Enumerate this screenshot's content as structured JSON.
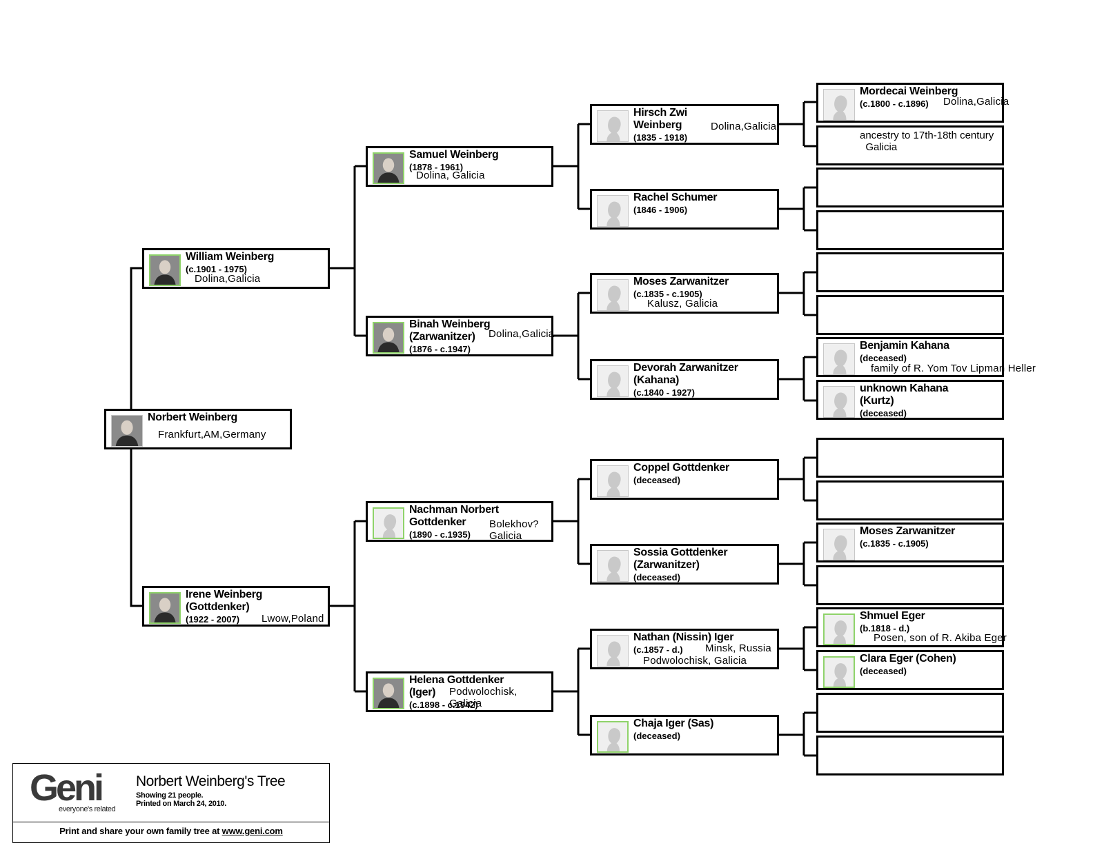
{
  "people": {
    "norbert": {
      "name": "Norbert Weinberg",
      "dates": "",
      "place": "Frankfurt,AM,Germany"
    },
    "william": {
      "name": "William Weinberg",
      "dates": "(c.1901 - 1975)",
      "place": "Dolina,Galicia"
    },
    "irene": {
      "name": "Irene Weinberg\n(Gottdenker)",
      "dates": "(1922 - 2007)",
      "place": "Lwow,Poland"
    },
    "samuel": {
      "name": "Samuel Weinberg",
      "dates": "(1878 - 1961)",
      "place": "Dolina, Galicia"
    },
    "binah": {
      "name": "Binah Weinberg\n(Zarwanitzer)",
      "dates": "(1876 - c.1947)",
      "place": "Dolina,Galicia"
    },
    "nachman": {
      "name": "Nachman Norbert\nGottdenker",
      "dates": "(1890 - c.1935)",
      "place": "Bolekhov?\nGalicia"
    },
    "helena": {
      "name": "Helena Gottdenker\n(Iger)",
      "dates": "(c.1898 - c.1942)",
      "place": "Podwolochisk,\nGalicia"
    },
    "hirsch": {
      "name": "Hirsch Zwi\nWeinberg",
      "dates": "(1835 - 1918)",
      "place": "Dolina,Galicia"
    },
    "rachel": {
      "name": "Rachel Schumer",
      "dates": "(1846 - 1906)",
      "place": ""
    },
    "moses1": {
      "name": "Moses Zarwanitzer",
      "dates": "(c.1835 - c.1905)",
      "place": "Kalusz, Galicia"
    },
    "devorah": {
      "name": "Devorah Zarwanitzer\n(Kahana)",
      "dates": "(c.1840 - 1927)",
      "place": ""
    },
    "coppel": {
      "name": "Coppel Gottdenker",
      "dates": "(deceased)",
      "place": ""
    },
    "sossia": {
      "name": "Sossia Gottdenker\n(Zarwanitzer)",
      "dates": "(deceased)",
      "place": ""
    },
    "nathan": {
      "name": "Nathan (Nissin) Iger",
      "dates": "(c.1857 - d.)",
      "place": "Minsk, Russia",
      "place2": "Podwolochisk, Galicia"
    },
    "chaja": {
      "name": "Chaja Iger (Sas)",
      "dates": "(deceased)",
      "place": ""
    },
    "mordecai": {
      "name": "Mordecai Weinberg",
      "dates": "(c.1800 - c.1896)",
      "place": "Dolina,Galicia"
    },
    "benjamin": {
      "name": "Benjamin Kahana",
      "dates": "(deceased)",
      "place": "family of R. Yom Tov Lipman Heller"
    },
    "unknown": {
      "name": "unknown Kahana\n(Kurtz)",
      "dates": "(deceased)",
      "place": ""
    },
    "moses2": {
      "name": "Moses Zarwanitzer",
      "dates": "(c.1835 - c.1905)",
      "place": ""
    },
    "shmuel": {
      "name": "Shmuel Eger",
      "dates": "(b.1818 - d.)",
      "place": "Posen, son of R. Akiba Eger"
    },
    "clara": {
      "name": "Clara Eger (Cohen)",
      "dates": "(deceased)",
      "place": ""
    }
  },
  "notes": {
    "ancestry": "ancestry to 17th-18th century\n  Galicia"
  },
  "legend": {
    "logo": "Geni",
    "tagline": "everyone's related",
    "title": "Norbert Weinberg's Tree",
    "showing": "Showing 21 people.",
    "printed": "Printed on March 24, 2010.",
    "footer_prefix": "Print and share your own family tree at ",
    "footer_link": "www.geni.com"
  },
  "icons": {
    "placeholder": "silhouette-icon",
    "photo": "portrait-photo-icon"
  },
  "colors": {
    "border": "#000000",
    "photo_frame_green": "#8fd36a",
    "silhouette": "#c9c9c9"
  }
}
